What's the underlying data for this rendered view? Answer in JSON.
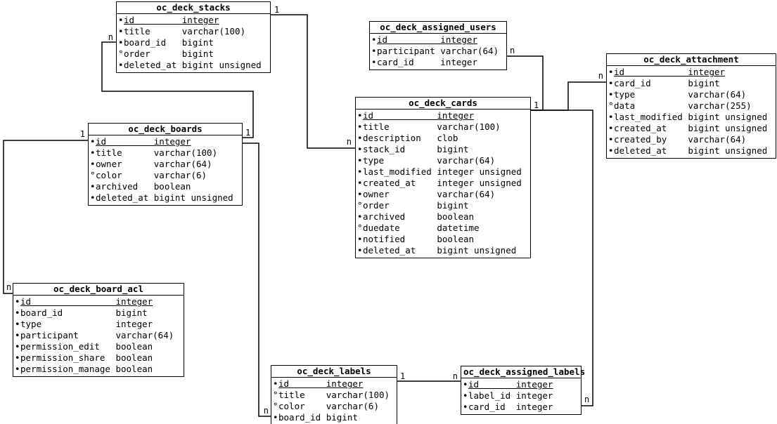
{
  "diagram": {
    "entities": [
      {
        "name": "oc_deck_stacks",
        "fields": [
          {
            "bullet": "filled",
            "name": "id",
            "type": "integer",
            "pk": true
          },
          {
            "bullet": "filled",
            "name": "title",
            "type": "varchar(100)"
          },
          {
            "bullet": "filled",
            "name": "board_id",
            "type": "bigint"
          },
          {
            "bullet": "hollow",
            "name": "order",
            "type": "bigint"
          },
          {
            "bullet": "filled",
            "name": "deleted_at",
            "type": "bigint unsigned"
          }
        ]
      },
      {
        "name": "oc_deck_assigned_users",
        "fields": [
          {
            "bullet": "filled",
            "name": "id",
            "type": "integer",
            "pk": true
          },
          {
            "bullet": "filled",
            "name": "participant",
            "type": "varchar(64)"
          },
          {
            "bullet": "filled",
            "name": "card_id",
            "type": "integer"
          }
        ]
      },
      {
        "name": "oc_deck_attachment",
        "fields": [
          {
            "bullet": "filled",
            "name": "id",
            "type": "integer",
            "pk": true
          },
          {
            "bullet": "filled",
            "name": "card_id",
            "type": "bigint"
          },
          {
            "bullet": "filled",
            "name": "type",
            "type": "varchar(64)"
          },
          {
            "bullet": "hollow",
            "name": "data",
            "type": "varchar(255)"
          },
          {
            "bullet": "filled",
            "name": "last_modified",
            "type": "bigint unsigned"
          },
          {
            "bullet": "filled",
            "name": "created_at",
            "type": "bigint unsigned"
          },
          {
            "bullet": "filled",
            "name": "created_by",
            "type": "varchar(64)"
          },
          {
            "bullet": "filled",
            "name": "deleted_at",
            "type": "bigint unsigned"
          }
        ]
      },
      {
        "name": "oc_deck_cards",
        "fields": [
          {
            "bullet": "filled",
            "name": "id",
            "type": "integer",
            "pk": true
          },
          {
            "bullet": "filled",
            "name": "title",
            "type": "varchar(100)"
          },
          {
            "bullet": "filled",
            "name": "description",
            "type": "clob"
          },
          {
            "bullet": "filled",
            "name": "stack_id",
            "type": "bigint"
          },
          {
            "bullet": "filled",
            "name": "type",
            "type": "varchar(64)"
          },
          {
            "bullet": "filled",
            "name": "last_modified",
            "type": "integer unsigned"
          },
          {
            "bullet": "filled",
            "name": "created_at",
            "type": "integer unsigned"
          },
          {
            "bullet": "filled",
            "name": "owner",
            "type": "varchar(64)"
          },
          {
            "bullet": "hollow",
            "name": "order",
            "type": "bigint"
          },
          {
            "bullet": "filled",
            "name": "archived",
            "type": "boolean"
          },
          {
            "bullet": "hollow",
            "name": "duedate",
            "type": "datetime"
          },
          {
            "bullet": "filled",
            "name": "notified",
            "type": "boolean"
          },
          {
            "bullet": "filled",
            "name": "deleted_at",
            "type": "bigint unsigned"
          }
        ]
      },
      {
        "name": "oc_deck_boards",
        "fields": [
          {
            "bullet": "filled",
            "name": "id",
            "type": "integer",
            "pk": true
          },
          {
            "bullet": "filled",
            "name": "title",
            "type": "varchar(100)"
          },
          {
            "bullet": "filled",
            "name": "owner",
            "type": "varchar(64)"
          },
          {
            "bullet": "hollow",
            "name": "color",
            "type": "varchar(6)"
          },
          {
            "bullet": "filled",
            "name": "archived",
            "type": "boolean"
          },
          {
            "bullet": "filled",
            "name": "deleted_at",
            "type": "bigint unsigned"
          }
        ]
      },
      {
        "name": "oc_deck_board_acl",
        "fields": [
          {
            "bullet": "filled",
            "name": "id",
            "type": "integer",
            "pk": true
          },
          {
            "bullet": "filled",
            "name": "board_id",
            "type": "bigint"
          },
          {
            "bullet": "filled",
            "name": "type",
            "type": "integer"
          },
          {
            "bullet": "filled",
            "name": "participant",
            "type": "varchar(64)"
          },
          {
            "bullet": "filled",
            "name": "permission_edit",
            "type": "boolean"
          },
          {
            "bullet": "filled",
            "name": "permission_share",
            "type": "boolean"
          },
          {
            "bullet": "filled",
            "name": "permission_manage",
            "type": "boolean"
          }
        ]
      },
      {
        "name": "oc_deck_labels",
        "fields": [
          {
            "bullet": "filled",
            "name": "id",
            "type": "integer",
            "pk": true
          },
          {
            "bullet": "hollow",
            "name": "title",
            "type": "varchar(100)"
          },
          {
            "bullet": "hollow",
            "name": "color",
            "type": "varchar(6)"
          },
          {
            "bullet": "filled",
            "name": "board_id",
            "type": "bigint"
          }
        ]
      },
      {
        "name": "oc_deck_assigned_labels",
        "fields": [
          {
            "bullet": "filled",
            "name": "id",
            "type": "integer",
            "pk": true
          },
          {
            "bullet": "filled",
            "name": "label_id",
            "type": "integer"
          },
          {
            "bullet": "filled",
            "name": "card_id",
            "type": "integer"
          }
        ]
      }
    ],
    "relations": [
      {
        "from": "oc_deck_stacks",
        "to": "oc_deck_cards",
        "from_label": "1",
        "to_label": "n"
      },
      {
        "from": "oc_deck_boards",
        "to": "oc_deck_stacks",
        "from_label": "1",
        "to_label": "n"
      },
      {
        "from": "oc_deck_boards",
        "to": "oc_deck_board_acl",
        "from_label": "1",
        "to_label": "n"
      },
      {
        "from": "oc_deck_boards",
        "to": "oc_deck_labels",
        "from_label": "",
        "to_label": "n"
      },
      {
        "from": "oc_deck_cards",
        "to": "oc_deck_assigned_users",
        "from_label": "1",
        "to_label": "n"
      },
      {
        "from": "oc_deck_cards",
        "to": "oc_deck_attachment",
        "from_label": "",
        "to_label": "n"
      },
      {
        "from": "oc_deck_cards",
        "to": "oc_deck_assigned_labels",
        "from_label": "",
        "to_label": "n"
      },
      {
        "from": "oc_deck_labels",
        "to": "oc_deck_assigned_labels",
        "from_label": "1",
        "to_label": "n"
      }
    ]
  }
}
